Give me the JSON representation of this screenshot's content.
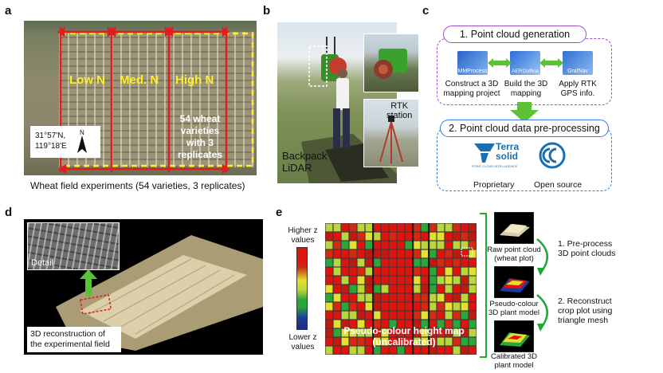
{
  "panels": {
    "a": {
      "label": "a",
      "zones": [
        "Low N",
        "Med. N",
        "High N"
      ],
      "varieties_note": [
        "54 wheat",
        "varieties",
        "with 3",
        "replicates"
      ],
      "coords": [
        "31°57'N,",
        "119°18'E"
      ],
      "north": "N",
      "caption": "Wheat field experiments (54 varieties, 3 replicates)"
    },
    "b": {
      "label": "b",
      "rtk": [
        "RTK",
        "station"
      ],
      "device": [
        "Backpack",
        "LiDAR"
      ]
    },
    "c": {
      "label": "c",
      "step1": "1. Point cloud generation",
      "software": [
        {
          "name": "MMProcess",
          "caption": [
            "Construct a 3D",
            "mapping project"
          ]
        },
        {
          "name": "AEROoffice",
          "caption": [
            "Build the 3D",
            "mapping"
          ]
        },
        {
          "name": "GrafNav",
          "caption": [
            "Apply RTK",
            "GPS info."
          ]
        }
      ],
      "step2": "2. Point cloud data pre-processing",
      "tools": [
        {
          "logo_text": [
            "Terra",
            "solid"
          ],
          "tagline": "POINT CLOUD INTELLIGENCE",
          "caption": "Proprietary"
        },
        {
          "caption": "Open source"
        }
      ]
    },
    "d": {
      "label": "d",
      "detail": "Detail",
      "caption": [
        "3D reconstruction of",
        "the experimental field"
      ]
    },
    "e": {
      "label": "e",
      "colorbar_high": [
        "Higher z",
        "values"
      ],
      "colorbar_low": [
        "Lower z",
        "values"
      ],
      "map_caption": [
        "Pseudo-colour height map",
        "(uncalibrated)"
      ],
      "models": [
        {
          "caption": [
            "Raw point cloud",
            "(wheat plot)"
          ]
        },
        {
          "caption": [
            "Pseudo-colour",
            "3D plant model"
          ]
        },
        {
          "caption": [
            "Calibrated 3D",
            "plant model"
          ]
        }
      ],
      "steps": [
        [
          "1. Pre-process",
          "3D point clouds"
        ],
        [
          "2. Reconstruct",
          "crop plot using",
          "triangle mesh"
        ]
      ]
    }
  },
  "colors": {
    "purple": "#9b4fc9",
    "blue": "#3a7bd5",
    "green_arrow": "#5bc236",
    "yellow": "#ffef2a",
    "red": "#e31d1d"
  }
}
